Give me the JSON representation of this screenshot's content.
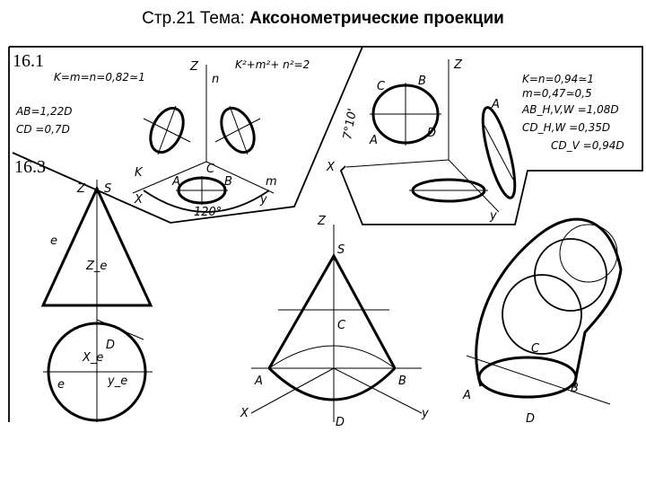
{
  "header": {
    "page_prefix": "Стр.21 Тема: ",
    "topic": "Аксонометрические проекции"
  },
  "sections": {
    "s16_1": "16.1",
    "s16_3": "16.3"
  },
  "formulas_left": {
    "coef": "K=m=n=0,82≃1",
    "sum": "K²+m²+ n²=2",
    "ab": "AB=1,22D",
    "cd": "CD =0,7D"
  },
  "formulas_right": {
    "k": "K=n=0,94≃1",
    "m": "m=0,47≃0,5",
    "ab": "AB_H,V,W =1,08D",
    "cd": "CD_H,W =0,35D",
    "cdv": "CD_V =0,94D"
  },
  "labels": {
    "z": "Z",
    "y": "y",
    "x": "X",
    "s": "S",
    "a": "A",
    "b": "B",
    "c": "C",
    "d": "D",
    "angle120": "120°",
    "angle7": "7°10'",
    "m": "m",
    "n": "n",
    "k": "K",
    "e": "e",
    "xe": "X_e",
    "ye": "y_e",
    "ze": "Z_e"
  }
}
